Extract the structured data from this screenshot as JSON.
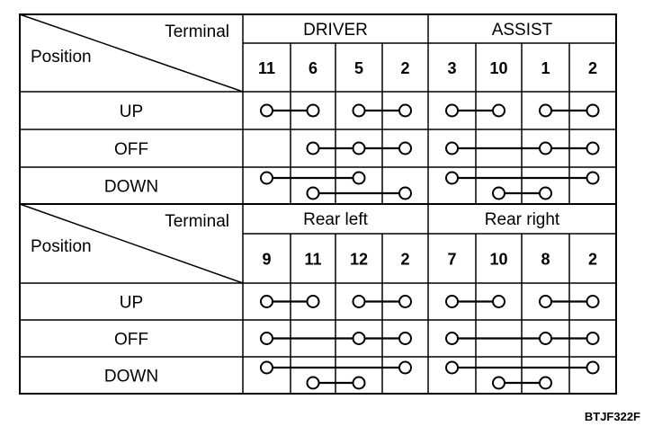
{
  "tables": [
    {
      "header": {
        "terminal": "Terminal",
        "position": "Position"
      },
      "groups": [
        {
          "name": "DRIVER",
          "terminals": [
            "11",
            "6",
            "5",
            "2"
          ]
        },
        {
          "name": "ASSIST",
          "terminals": [
            "3",
            "10",
            "1",
            "2"
          ]
        }
      ],
      "rows": [
        {
          "label": "UP",
          "connections": [
            [
              [
                0,
                1
              ]
            ],
            [
              [
                2,
                3
              ]
            ],
            [
              [
                4,
                5
              ]
            ],
            [
              [
                6,
                7
              ]
            ]
          ]
        },
        {
          "label": "OFF",
          "connections": [
            [
              [
                1,
                2,
                3
              ]
            ],
            [
              [
                4,
                6,
                7
              ]
            ]
          ]
        },
        {
          "label": "DOWN",
          "connections": [
            [
              [
                0,
                2
              ]
            ],
            [
              [
                1,
                3
              ]
            ],
            [
              [
                4,
                7
              ]
            ],
            [
              [
                5,
                6
              ]
            ]
          ]
        }
      ]
    },
    {
      "header": {
        "terminal": "Terminal",
        "position": "Position"
      },
      "groups": [
        {
          "name": "Rear left",
          "terminals": [
            "9",
            "11",
            "12",
            "2"
          ]
        },
        {
          "name": "Rear right",
          "terminals": [
            "7",
            "10",
            "8",
            "2"
          ]
        }
      ],
      "rows": [
        {
          "label": "UP",
          "connections": [
            [
              [
                0,
                1
              ]
            ],
            [
              [
                2,
                3
              ]
            ],
            [
              [
                4,
                5
              ]
            ],
            [
              [
                6,
                7
              ]
            ]
          ]
        },
        {
          "label": "OFF",
          "connections": [
            [
              [
                0,
                2,
                3
              ]
            ],
            [
              [
                4,
                6,
                7
              ]
            ]
          ]
        },
        {
          "label": "DOWN",
          "connections": [
            [
              [
                0,
                3
              ]
            ],
            [
              [
                1,
                2
              ]
            ],
            [
              [
                4,
                7
              ]
            ],
            [
              [
                5,
                6
              ]
            ]
          ]
        }
      ]
    }
  ],
  "figure_code": "BTJF322F"
}
